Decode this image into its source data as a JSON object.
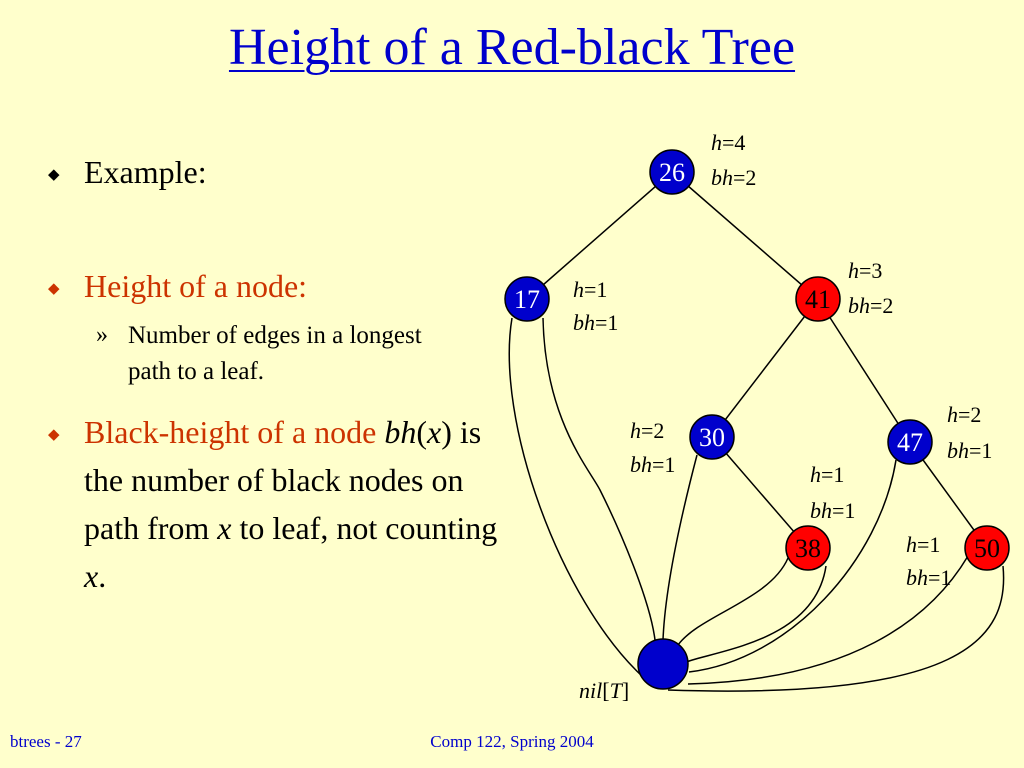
{
  "title": "Height of a Red-black Tree",
  "bullets": {
    "example": "Example:",
    "height_heading": "Height of a node:",
    "height_sub_mark": "»",
    "height_sub": "Number of edges in a longest path to a leaf.",
    "bh_heading": "Black-height of a node",
    "bh_func": "bh",
    "bh_arg": "x",
    "bh_rest": " is the number of black nodes on path from ",
    "bh_x1": "x",
    "bh_mid": " to leaf, not counting ",
    "bh_x2": "x",
    "bh_end": "."
  },
  "tree": {
    "nodes": {
      "n26": {
        "key": "26",
        "color": "black"
      },
      "n17": {
        "key": "17",
        "color": "black"
      },
      "n41": {
        "key": "41",
        "color": "red"
      },
      "n30": {
        "key": "30",
        "color": "black"
      },
      "n47": {
        "key": "47",
        "color": "black"
      },
      "n38": {
        "key": "38",
        "color": "red"
      },
      "n50": {
        "key": "50",
        "color": "red"
      },
      "nil": {
        "key": "",
        "color": "black"
      }
    },
    "annotations": {
      "n26": {
        "h_label": "h",
        "h_value": "=4",
        "bh_label": "bh",
        "bh_value": "=2"
      },
      "n17": {
        "h_label": "h",
        "h_value": "=1",
        "bh_label": "bh",
        "bh_value": "=1"
      },
      "n41": {
        "h_label": "h",
        "h_value": "=3",
        "bh_label": "bh",
        "bh_value": "=2"
      },
      "n30": {
        "h_label": "h",
        "h_value": "=2",
        "bh_label": "bh",
        "bh_value": "=1"
      },
      "n47": {
        "h_label": "h",
        "h_value": "=2",
        "bh_label": "bh",
        "bh_value": "=1"
      },
      "n38": {
        "h_label": "h",
        "h_value": "=1",
        "bh_label": "bh",
        "bh_value": "=1"
      },
      "n50": {
        "h_label": "h",
        "h_value": "=1",
        "bh_label": "bh",
        "bh_value": "=1"
      }
    },
    "nil_label": {
      "name": "nil",
      "open": "[",
      "arg": "T",
      "close": "]"
    }
  },
  "footer": {
    "left": "btrees - 27",
    "center": "Comp 122, Spring 2004"
  },
  "colors": {
    "background": "#FFFFCC",
    "title": "#0000CC",
    "heading_red": "#CC3300",
    "node_black": "#0000CC",
    "node_red": "#FF0000",
    "footer": "#0000CC"
  }
}
